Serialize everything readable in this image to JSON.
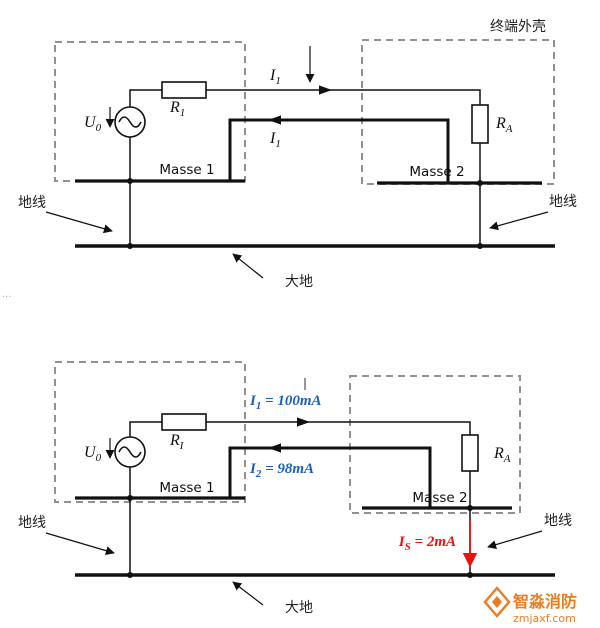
{
  "colors": {
    "accent_blue": "#1d5fc0",
    "accent_red": "#ee1111",
    "brand_orange": "#e87e22"
  },
  "artifact_dots": "...",
  "watermark": {
    "brand": "智淼消防",
    "site": "zmjaxf.com"
  },
  "diagram_top": {
    "enclosure_label": "终端外壳",
    "source_symbol": {
      "base": "U",
      "sub": "0"
    },
    "source_resistor": {
      "base": "R",
      "sub": "1"
    },
    "load_resistor": {
      "base": "R",
      "sub": "A"
    },
    "chassis1_label": "Masse 1",
    "chassis2_label": "Masse 2",
    "forward_current": {
      "base": "I",
      "sub": "1"
    },
    "return_current": {
      "base": "I",
      "sub": "1"
    },
    "ground_lead_left": "地线",
    "ground_lead_right": "地线",
    "earth_label": "大地"
  },
  "diagram_bottom": {
    "source_symbol": {
      "base": "U",
      "sub": "0"
    },
    "source_resistor": {
      "base": "R",
      "sub": "I"
    },
    "load_resistor": {
      "base": "R",
      "sub": "A"
    },
    "chassis1_label": "Masse 1",
    "chassis2_label": "Masse 2",
    "forward_current": {
      "base": "I",
      "sub": "1",
      "value": " = 100mA"
    },
    "return_current": {
      "base": "I",
      "sub": "2",
      "value": " = 98mA"
    },
    "leak_current": {
      "base": "I",
      "sub": "S",
      "value": " = 2mA"
    },
    "ground_lead_left": "地线",
    "ground_lead_right": "地线",
    "earth_label": "大地"
  }
}
